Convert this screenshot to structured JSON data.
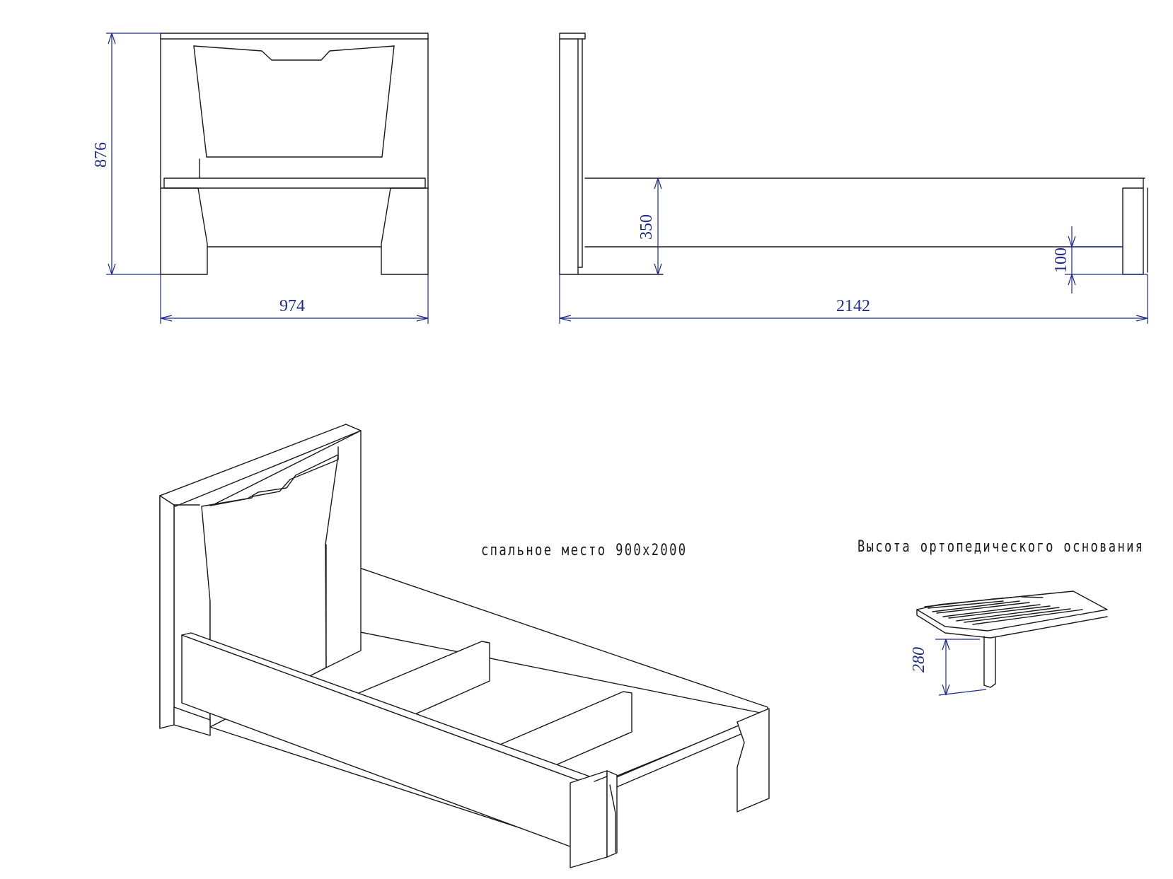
{
  "dimensions": {
    "front_height": "876",
    "front_width": "974",
    "side_height": "350",
    "side_length": "2142",
    "side_clearance": "100",
    "base_height": "280"
  },
  "captions": {
    "sleeping_place": "спальное место 900х2000",
    "base_height_title": "Высота ортопедического основания"
  },
  "colors": {
    "outline": "#1a1a1a",
    "dimension": "#1f2a8a"
  }
}
